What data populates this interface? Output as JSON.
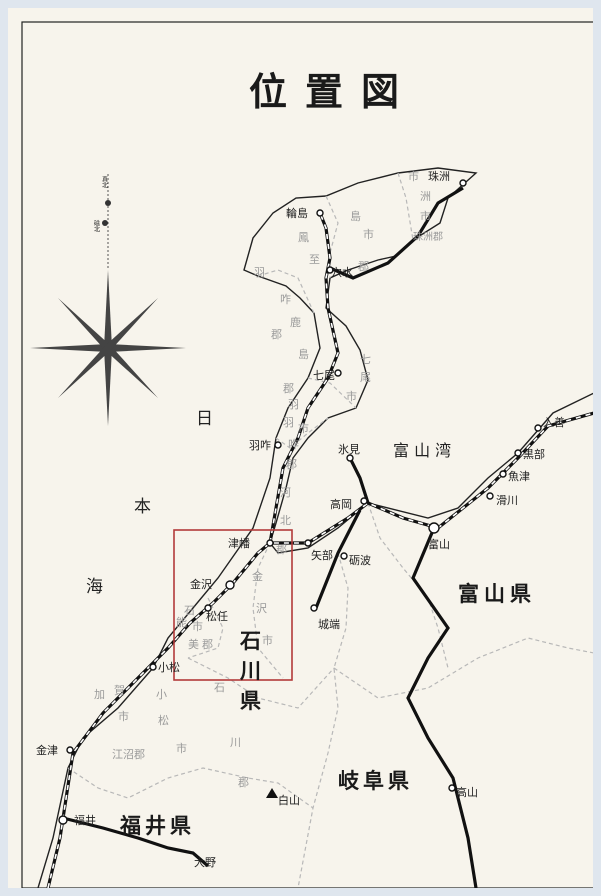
{
  "map": {
    "title": "位置図",
    "sea_labels": {
      "nihonkai": [
        "日",
        "本",
        "海"
      ],
      "toyama_bay": "富 山 湾"
    },
    "prefectures": {
      "ishikawa": [
        "石",
        "川",
        "県"
      ],
      "toyama": "富山県",
      "gifu": "岐阜県",
      "fukui": "福井県"
    },
    "cities": {
      "suzu": "珠洲",
      "wajima": "輪島",
      "anamizu": "穴水",
      "nanao": "七尾",
      "hakui": "羽咋",
      "tsubata": "津幡",
      "kanazawa": "金沢",
      "matto": "松任",
      "komatsu": "小松",
      "kanazu": "金津",
      "fukui": "福井",
      "ono": "大野",
      "hakusan": "白山",
      "himi": "氷見",
      "takaoka": "高岡",
      "tonami": "砺波",
      "jobana": "城端",
      "toyama": "富山",
      "takayama": "高山",
      "namerikawa": "滑川",
      "uozu": "魚津",
      "kurobe": "黒部",
      "nyuzen": "入善",
      "yabe": "矢部"
    },
    "districts": {
      "suzu_city": "市",
      "suzu_gun": [
        "洲",
        "市",
        "珠洲郡"
      ],
      "wajima_city": [
        "島",
        "市"
      ],
      "fugeshi": [
        "鳳",
        "至",
        "郡"
      ],
      "hakui_gun": [
        "羽",
        "咋",
        "郡"
      ],
      "kashima": [
        "鹿",
        "島",
        "郡"
      ],
      "nanao_city": [
        "七",
        "尾",
        "市"
      ],
      "hakui_city": [
        "羽",
        "市"
      ],
      "hakui_gun2": [
        "羽",
        "咋",
        "郡"
      ],
      "kahoku": [
        "河",
        "北",
        "郡"
      ],
      "kanazawa_city": [
        "金",
        "沢",
        "市"
      ],
      "nonoichi": [
        "能",
        "美",
        "郡",
        "石",
        "市"
      ],
      "kaga": [
        "加",
        "賀",
        "市"
      ],
      "komatsu_city": [
        "小",
        "松",
        "市"
      ],
      "enuma": "江沼郡",
      "ishikawa_gun": [
        "石",
        "川",
        "郡"
      ]
    },
    "compass": {
      "north_label": "真北",
      "mag_label": "磁北"
    }
  }
}
